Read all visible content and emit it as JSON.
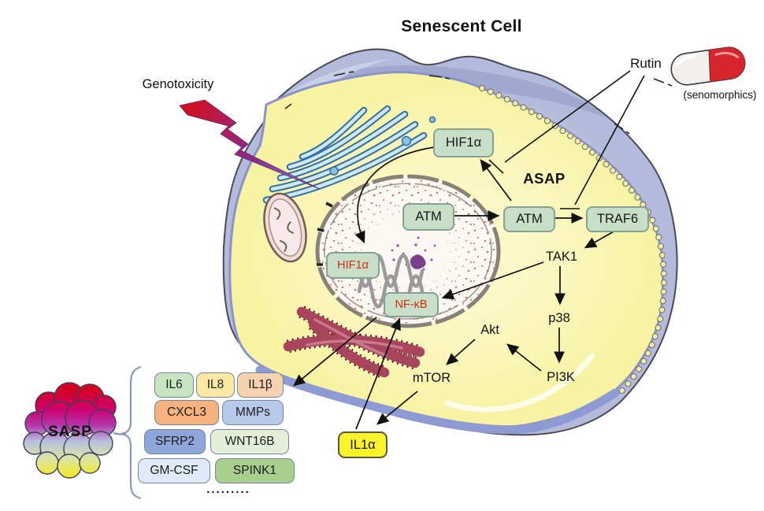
{
  "title": "Senescent Cell",
  "annotations": {
    "genotoxicity": "Genotoxicity",
    "rutin": "Rutin",
    "senomorphics": "(senomorphics)",
    "asap": "ASAP",
    "ellipsis": "........."
  },
  "nodes": {
    "hif1a_cyto": "HIF1α",
    "atm_nucleus": "ATM",
    "atm_cyto": "ATM",
    "traf6": "TRAF6",
    "tak1": "TAK1",
    "p38": "p38",
    "pi3k": "PI3K",
    "akt": "Akt",
    "mtor": "mTOR",
    "nfkb": "NF-κB",
    "hif1a_nucleus": "HIF1α",
    "il1a": "IL1α"
  },
  "sasp": {
    "label": "SASP",
    "factors": [
      {
        "label": "IL6",
        "color": "#c9e4c3"
      },
      {
        "label": "IL8",
        "color": "#fbe8a2"
      },
      {
        "label": "IL1β",
        "color": "#f8d2b0"
      },
      {
        "label": "CXCL3",
        "color": "#f5b27c"
      },
      {
        "label": "MMPs",
        "color": "#b9c9ea"
      },
      {
        "label": "SFRP2",
        "color": "#8fa6da"
      },
      {
        "label": "WNT16B",
        "color": "#e4efda"
      },
      {
        "label": "GM-CSF",
        "color": "#dfe9f8"
      },
      {
        "label": "SPINK1",
        "color": "#a9cf8d"
      }
    ]
  },
  "colors": {
    "cytoplasm": "#f7f3a2",
    "membrane": "#b3badb",
    "membrane_bottom": "#8e9ad3",
    "node_box": "#c8dfc7",
    "node_border": "#84a294",
    "red_node_text": "#cf2f12",
    "il1a_box": "#f8f32b",
    "pill_red": "#d6252b",
    "bolt_red": "#d40f1e",
    "bolt_purple": "#7a5fc0"
  }
}
